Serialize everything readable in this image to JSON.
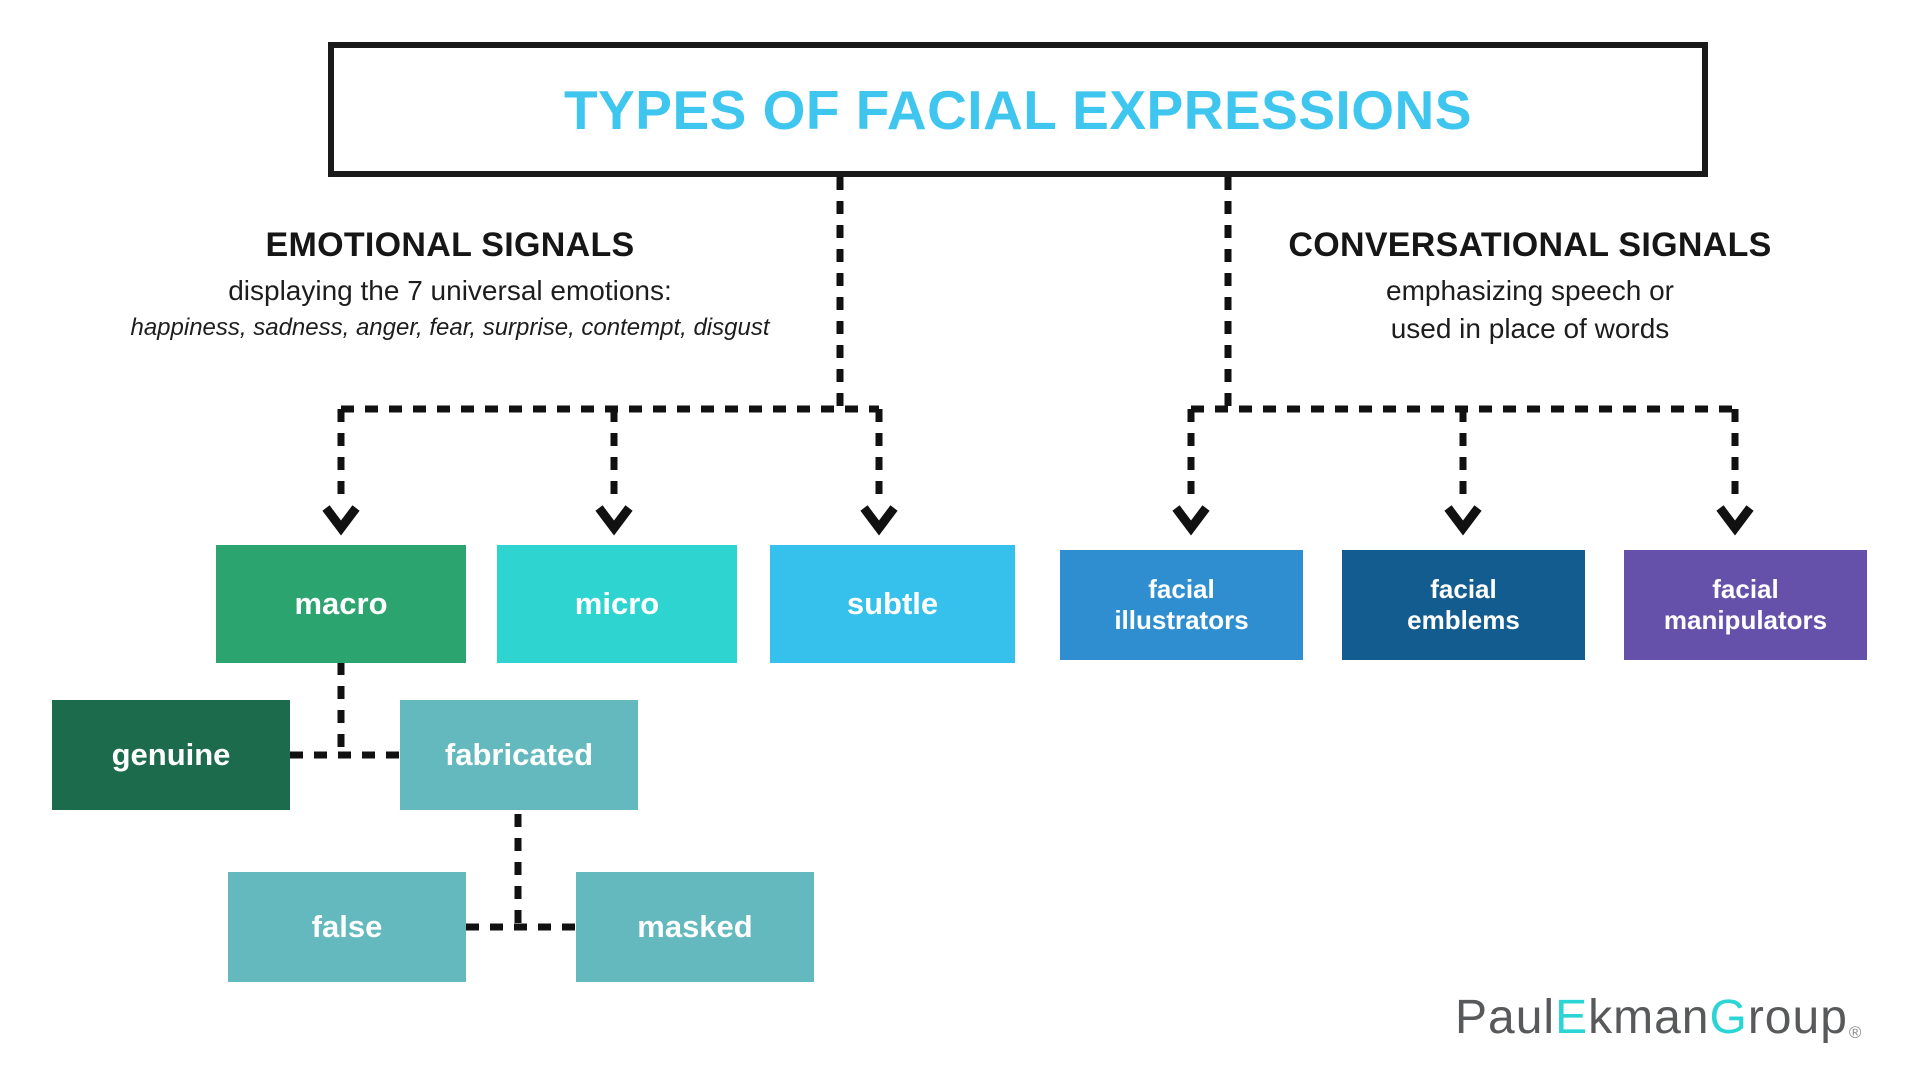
{
  "title": {
    "text": "TYPES OF FACIAL EXPRESSIONS",
    "color": "#3fc6ef",
    "border_color": "#1a1a1a"
  },
  "branches": [
    {
      "id": "emotional",
      "heading": "EMOTIONAL SIGNALS",
      "subtitle": "displaying the 7 universal emotions:",
      "emotions_line": "happiness, sadness, anger, fear, surprise, contempt, disgust"
    },
    {
      "id": "conversational",
      "heading": "CONVERSATIONAL SIGNALS",
      "subtitle_line1": "emphasizing speech or",
      "subtitle_line2": "used in place of words"
    }
  ],
  "nodes": {
    "macro": {
      "label": "macro",
      "color": "#2ba470"
    },
    "micro": {
      "label": "micro",
      "color": "#2ed4cf"
    },
    "subtle": {
      "label": "subtle",
      "color": "#36c0ec"
    },
    "facial_illustrators": {
      "label_line1": "facial",
      "label_line2": "illustrators",
      "color": "#2e8ed0"
    },
    "facial_emblems": {
      "label_line1": "facial",
      "label_line2": "emblems",
      "color": "#125c8f"
    },
    "facial_manipulators": {
      "label_line1": "facial",
      "label_line2": "manipulators",
      "color": "#6551a9"
    },
    "genuine": {
      "label": "genuine",
      "color": "#1c6b4d"
    },
    "fabricated": {
      "label": "fabricated",
      "color": "#63b9bd"
    },
    "false": {
      "label": "false",
      "color": "#63b9bd"
    },
    "masked": {
      "label": "masked",
      "color": "#63b9bd"
    }
  },
  "connector": {
    "style": "dashed",
    "color": "#111111",
    "arrow": "chevron-down"
  },
  "logo": {
    "part1": "Paul",
    "part2": "E",
    "part3": "kman",
    "part4": "G",
    "part5": "roup",
    "registered": "®",
    "gray": "#58595b",
    "cyan": "#2cd5d5"
  }
}
